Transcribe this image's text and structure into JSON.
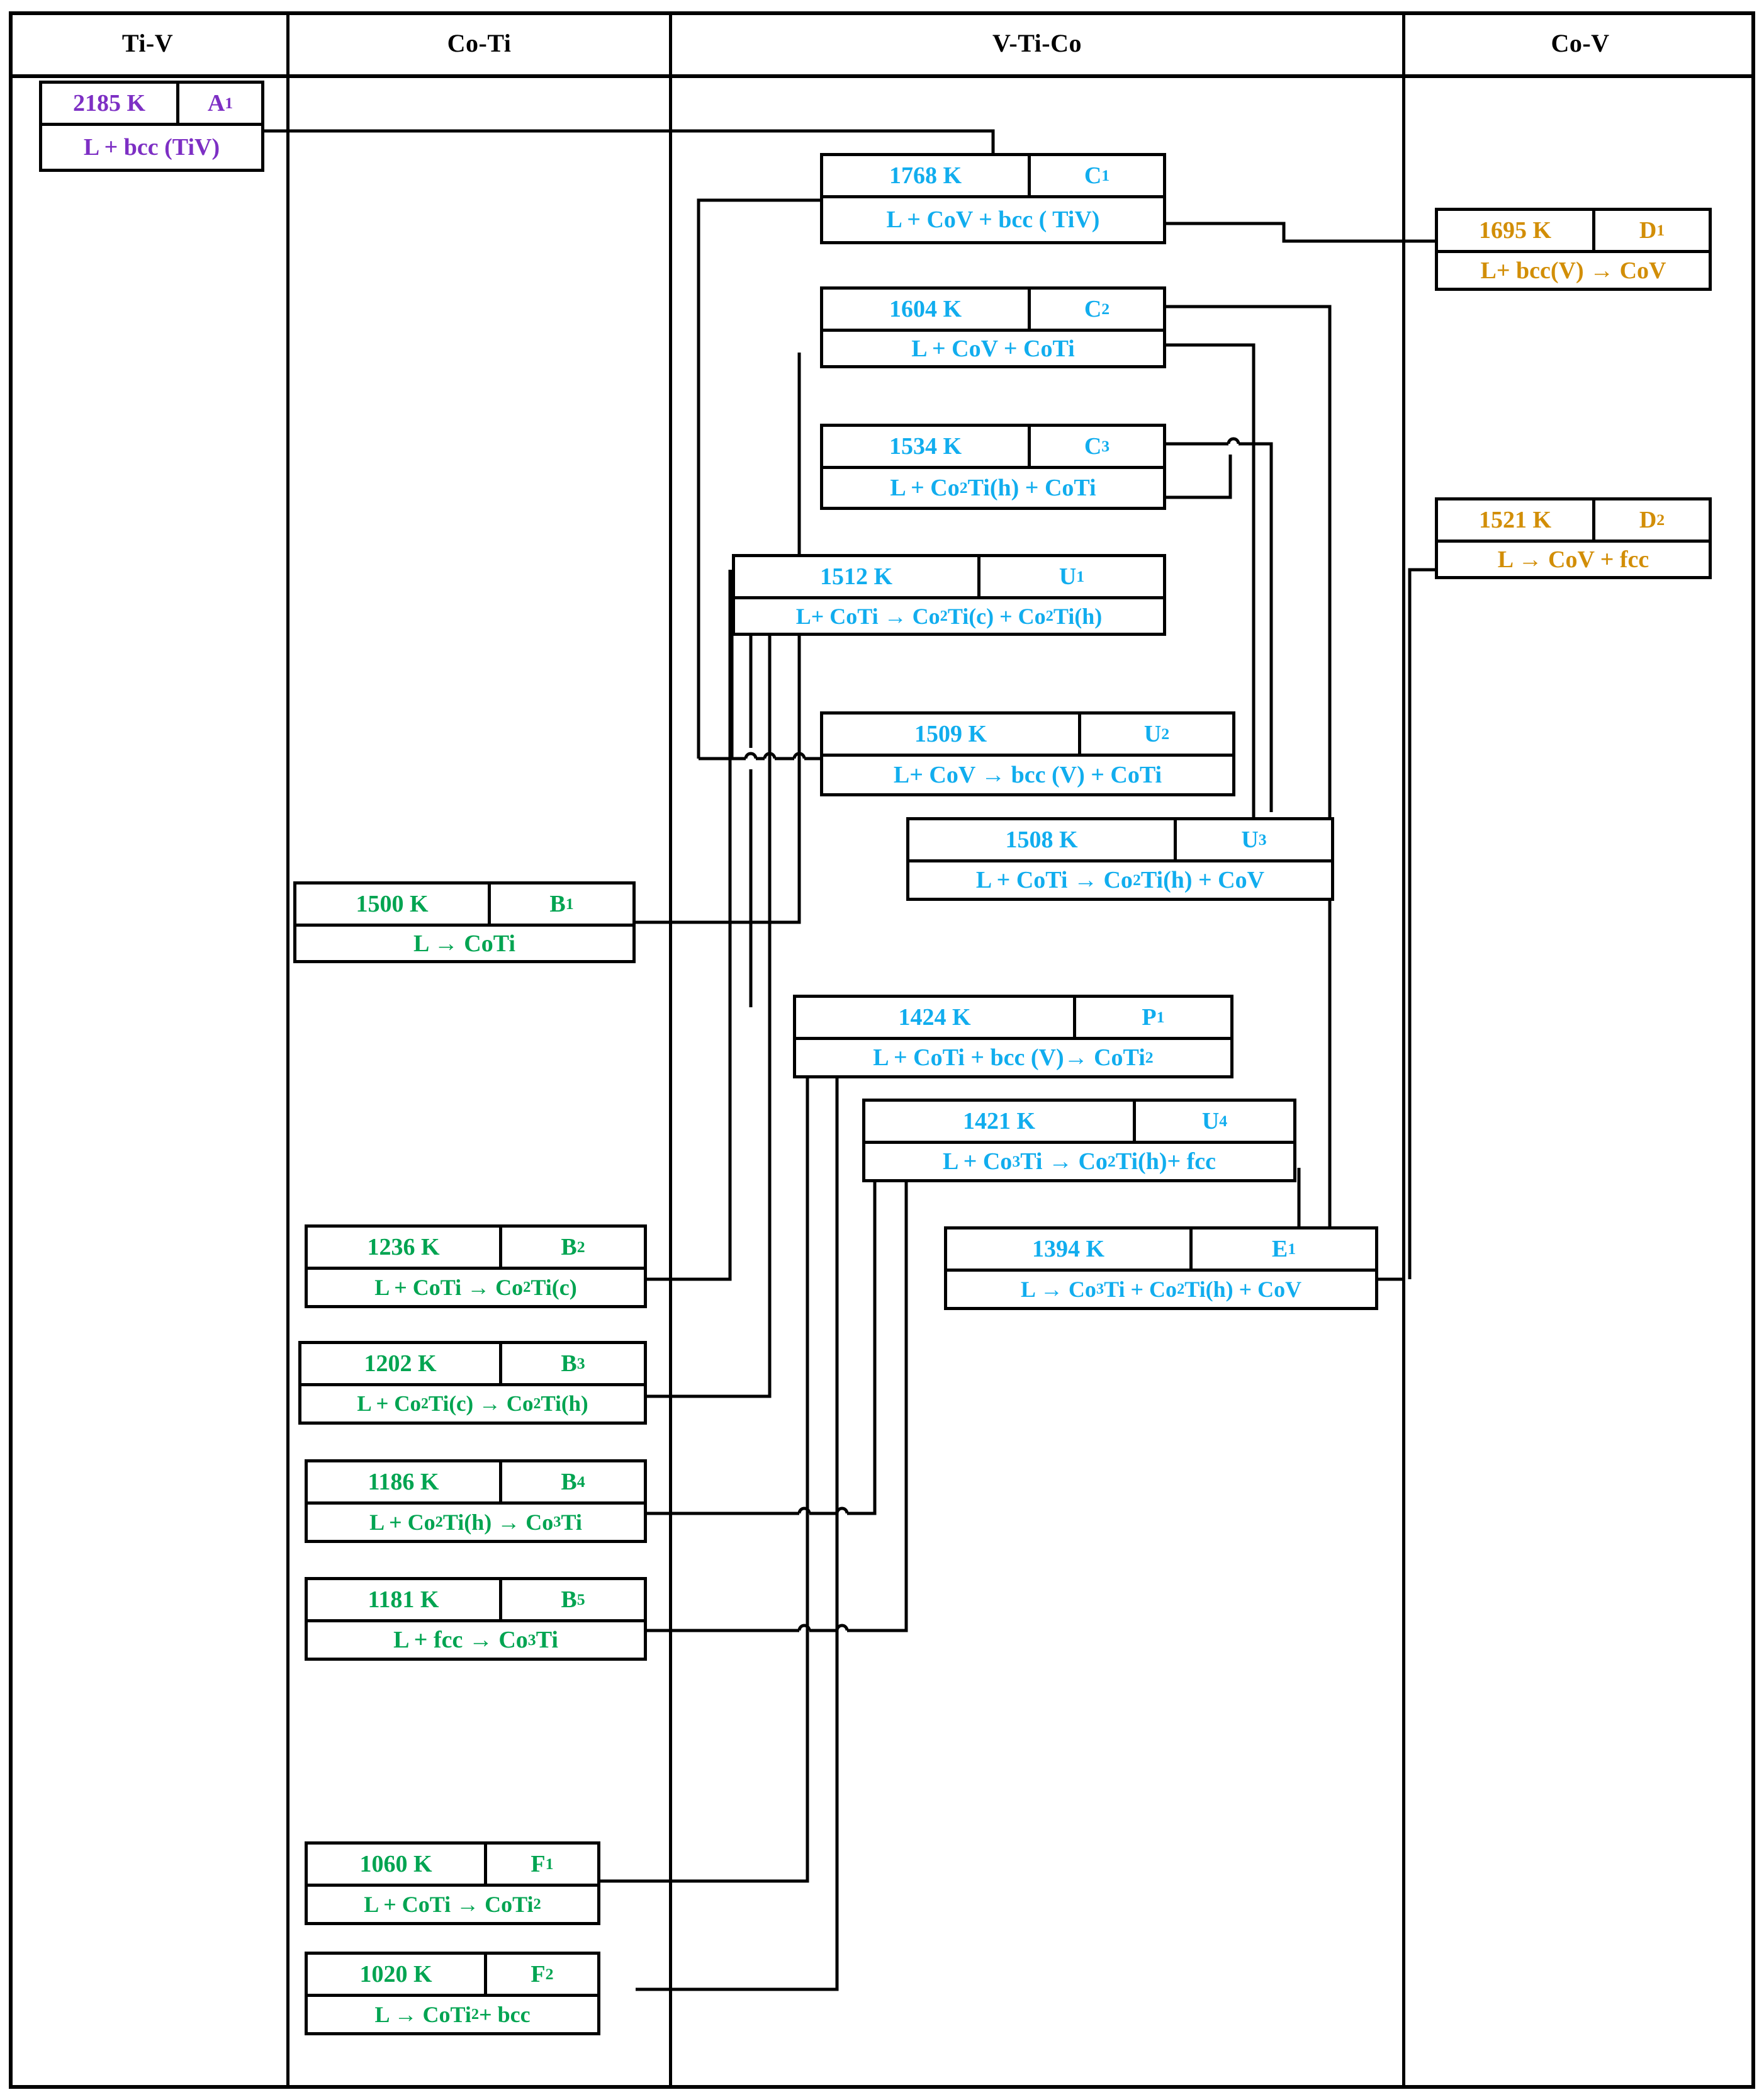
{
  "title": "Reaction scheme for the V-Ti-Co system",
  "colors": {
    "ti_v": "#7D2FC4",
    "co_ti": "#00A451",
    "v_ti_co": "#11ADEE",
    "co_v": "#D28E07",
    "line": "#000000",
    "background": "#ffffff"
  },
  "headers": [
    {
      "key": "ti-v",
      "label": "Ti-V"
    },
    {
      "key": "co-ti",
      "label": "Co-Ti"
    },
    {
      "key": "v-ti-co",
      "label": "V-Ti-Co"
    },
    {
      "key": "co-v",
      "label": "Co-V"
    }
  ],
  "chart_data": {
    "type": "diagram",
    "subtype": "reaction-scheme",
    "columns": [
      "Ti-V",
      "Co-Ti",
      "V-Ti-Co",
      "Co-V"
    ],
    "nodes": [
      {
        "id": "A1",
        "column": "Ti-V",
        "temperature": "2185 K",
        "label": "A1",
        "label_base": "A",
        "label_sub": "1",
        "reaction": "L + bcc (TiV)",
        "color": "#7D2FC4"
      },
      {
        "id": "C1",
        "column": "V-Ti-Co",
        "temperature": "1768 K",
        "label": "C1",
        "label_base": "C",
        "label_sub": "1",
        "reaction": "L + CoV + bcc ( TiV)",
        "color": "#11ADEE"
      },
      {
        "id": "D1",
        "column": "Co-V",
        "temperature": "1695 K",
        "label": "D1",
        "label_base": "D",
        "label_sub": "1",
        "reaction": "L+ bcc(V) → CoV",
        "color": "#D28E07"
      },
      {
        "id": "C2",
        "column": "V-Ti-Co",
        "temperature": "1604 K",
        "label": "C2",
        "label_base": "C",
        "label_sub": "2",
        "reaction": "L + CoV + CoTi",
        "color": "#11ADEE"
      },
      {
        "id": "C3",
        "column": "V-Ti-Co",
        "temperature": "1534 K",
        "label": "C3",
        "label_base": "C",
        "label_sub": "3",
        "reaction": "L + Co2Ti(h) + CoTi",
        "color": "#11ADEE"
      },
      {
        "id": "D2",
        "column": "Co-V",
        "temperature": "1521 K",
        "label": "D2",
        "label_base": "D",
        "label_sub": "2",
        "reaction": "L → CoV + fcc",
        "color": "#D28E07"
      },
      {
        "id": "U1",
        "column": "V-Ti-Co",
        "temperature": "1512 K",
        "label": "U1",
        "label_base": "U",
        "label_sub": "1",
        "reaction": "L+ CoTi → Co2Ti(c) + Co2Ti(h)",
        "color": "#11ADEE"
      },
      {
        "id": "U2",
        "column": "V-Ti-Co",
        "temperature": "1509 K",
        "label": "U2",
        "label_base": "U",
        "label_sub": "2",
        "reaction": "L+ CoV → bcc (V) + CoTi",
        "color": "#11ADEE"
      },
      {
        "id": "U3",
        "column": "V-Ti-Co",
        "temperature": "1508 K",
        "label": "U3",
        "label_base": "U",
        "label_sub": "3",
        "reaction": "L + CoTi → Co2Ti(h) + CoV",
        "color": "#11ADEE"
      },
      {
        "id": "B1",
        "column": "Co-Ti",
        "temperature": "1500 K",
        "label": "B1",
        "label_base": "B",
        "label_sub": "1",
        "reaction": "L → CoTi",
        "color": "#00A451"
      },
      {
        "id": "P1",
        "column": "V-Ti-Co",
        "temperature": "1424 K",
        "label": "P1",
        "label_base": "P",
        "label_sub": "1",
        "reaction": "L + CoTi + bcc (V)→ CoTi2",
        "color": "#11ADEE"
      },
      {
        "id": "U4",
        "column": "V-Ti-Co",
        "temperature": "1421 K",
        "label": "U4",
        "label_base": "U",
        "label_sub": "4",
        "reaction": "L + Co3Ti → Co2Ti(h)+ fcc",
        "color": "#11ADEE"
      },
      {
        "id": "E1",
        "column": "V-Ti-Co",
        "temperature": "1394 K",
        "label": "E1",
        "label_base": "E",
        "label_sub": "1",
        "reaction": "L → Co3Ti + Co2Ti(h) + CoV",
        "color": "#11ADEE"
      },
      {
        "id": "B2",
        "column": "Co-Ti",
        "temperature": "1236 K",
        "label": "B2",
        "label_base": "B",
        "label_sub": "2",
        "reaction": "L + CoTi → Co2Ti(c)",
        "color": "#00A451"
      },
      {
        "id": "B3",
        "column": "Co-Ti",
        "temperature": "1202 K",
        "label": "B3",
        "label_base": "B",
        "label_sub": "3",
        "reaction": "L + Co2Ti(c) → Co2Ti(h)",
        "color": "#00A451"
      },
      {
        "id": "B4",
        "column": "Co-Ti",
        "temperature": "1186 K",
        "label": "B4",
        "label_base": "B",
        "label_sub": "4",
        "reaction": "L + Co2Ti(h) → Co3Ti",
        "color": "#00A451"
      },
      {
        "id": "B5",
        "column": "Co-Ti",
        "temperature": "1181 K",
        "label": "B5",
        "label_base": "B",
        "label_sub": "5",
        "reaction": "L + fcc → Co3Ti",
        "color": "#00A451"
      },
      {
        "id": "F1",
        "column": "Co-Ti",
        "temperature": "1060 K",
        "label": "F1",
        "label_base": "F",
        "label_sub": "1",
        "reaction": "L + CoTi  → CoTi2",
        "color": "#00A451"
      },
      {
        "id": "F2",
        "column": "Co-Ti",
        "temperature": "1020 K",
        "label": "F2",
        "label_base": "F",
        "label_sub": "2",
        "reaction": "L → CoTi2 + bcc",
        "color": "#00A451"
      }
    ],
    "edges": [
      {
        "from": "A1",
        "to": "C1"
      },
      {
        "from": "C1",
        "to": "D1"
      },
      {
        "from": "C1",
        "to": "U2"
      },
      {
        "from": "C2",
        "to": "U2"
      },
      {
        "from": "C2",
        "to": "U3"
      },
      {
        "from": "C3",
        "to": "U1"
      },
      {
        "from": "C3",
        "to": "U3"
      },
      {
        "from": "B1",
        "to": "C2"
      },
      {
        "from": "B2",
        "to": "U1"
      },
      {
        "from": "B3",
        "to": "U1"
      },
      {
        "from": "B4",
        "to": "U4"
      },
      {
        "from": "B5",
        "to": "U4"
      },
      {
        "from": "D2",
        "to": "E1"
      },
      {
        "from": "U4",
        "to": "E1"
      },
      {
        "from": "P1",
        "to": "F1"
      },
      {
        "from": "P1",
        "to": "F2"
      }
    ]
  },
  "boxes": {
    "A1": {
      "temp": "2185 K",
      "lab": "A",
      "sub": "1",
      "rxn_html": "L + bcc (TiV)"
    },
    "C1": {
      "temp": "1768 K",
      "lab": "C",
      "sub": "1",
      "rxn_html": "L + CoV + bcc ( TiV)"
    },
    "D1": {
      "temp": "1695 K",
      "lab": "D",
      "sub": "1",
      "rxn_html": "L+ bcc(V) &#8594; CoV"
    },
    "C2": {
      "temp": "1604 K",
      "lab": "C",
      "sub": "2",
      "rxn_html": "L + CoV + CoTi"
    },
    "C3": {
      "temp": "1534 K",
      "lab": "C",
      "sub": "3",
      "rxn_html": "L + Co<sub>2</sub>Ti(h) + CoTi"
    },
    "D2": {
      "temp": "1521 K",
      "lab": "D",
      "sub": "2",
      "rxn_html": "L &#8594; CoV + fcc"
    },
    "U1": {
      "temp": "1512 K",
      "lab": "U",
      "sub": "1",
      "rxn_html": "L+ CoTi &#8594; Co<sub>2</sub>Ti(c) + Co<sub>2</sub>Ti(h)"
    },
    "U2": {
      "temp": "1509 K",
      "lab": "U",
      "sub": "2",
      "rxn_html": "L+ CoV &#8594; bcc (V) + CoTi"
    },
    "U3": {
      "temp": "1508 K",
      "lab": "U",
      "sub": "3",
      "rxn_html": "L + CoTi &#8594; Co<sub>2</sub>Ti(h) + CoV"
    },
    "B1": {
      "temp": "1500 K",
      "lab": "B",
      "sub": "1",
      "rxn_html": "L &#8594; CoTi"
    },
    "P1": {
      "temp": "1424 K",
      "lab": "P",
      "sub": "1",
      "rxn_html": "L + CoTi + bcc (V)&#8594; CoTi<sub>2</sub>"
    },
    "U4": {
      "temp": "1421 K",
      "lab": "U",
      "sub": "4",
      "rxn_html": "L + Co<sub>3</sub>Ti &#8594; Co<sub>2</sub>Ti(h)+ fcc"
    },
    "E1": {
      "temp": "1394 K",
      "lab": "E",
      "sub": "1",
      "rxn_html": "L &#8594; Co<sub>3</sub>Ti + Co<sub>2</sub>Ti(h) + CoV"
    },
    "B2": {
      "temp": "1236 K",
      "lab": "B",
      "sub": "2",
      "rxn_html": "L + CoTi &#8594; Co<sub>2</sub>Ti(c)"
    },
    "B3": {
      "temp": "1202 K",
      "lab": "B",
      "sub": "3",
      "rxn_html": "L + Co<sub>2</sub>Ti(c) &#8594; Co<sub>2</sub>Ti(h)"
    },
    "B4": {
      "temp": "1186 K",
      "lab": "B",
      "sub": "4",
      "rxn_html": "L + Co<sub>2</sub>Ti(h) &#8594; Co<sub>3</sub>Ti"
    },
    "B5": {
      "temp": "1181 K",
      "lab": "B",
      "sub": "5",
      "rxn_html": "L + fcc &#8594; Co<sub>3</sub>Ti"
    },
    "F1": {
      "temp": "1060 K",
      "lab": "F",
      "sub": "1",
      "rxn_html": "L + CoTi  &#8594; CoTi<sub>2</sub>"
    },
    "F2": {
      "temp": "1020 K",
      "lab": "F",
      "sub": "2",
      "rxn_html": "L &#8594; CoTi<sub>2</sub> + bcc"
    }
  }
}
